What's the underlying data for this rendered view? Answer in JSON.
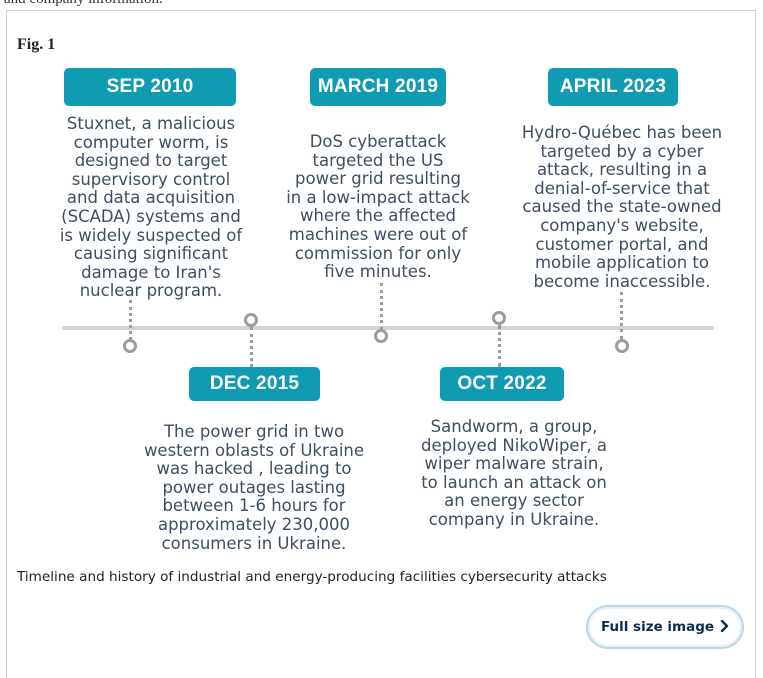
{
  "page": {
    "top_fragment": "and company information.",
    "figure_label": "Fig. 1",
    "caption": "Timeline and history of industrial and energy-producing facilities cybersecurity attacks",
    "full_size_button": "Full size image",
    "chevron_icon": "chevron-right-icon"
  },
  "timeline": {
    "events": [
      {
        "date": "SEP 2010",
        "text": "Stuxnet, a malicious\ncomputer worm, is\ndesigned to target\nsupervisory control\nand data acquisition\n(SCADA) systems and\nis widely suspected of\ncausing significant\ndamage to Iran's\nnuclear program."
      },
      {
        "date": "DEC 2015",
        "text": "The power grid in two\nwestern oblasts of Ukraine\nwas hacked , leading to\npower outages lasting\nbetween 1-6 hours for\napproximately 230,000\nconsumers in Ukraine."
      },
      {
        "date": "MARCH 2019",
        "text": "DoS cyberattack\ntargeted the US\npower grid resulting\nin a low-impact attack\nwhere the affected\nmachines were out of\ncommission for only\nfive minutes."
      },
      {
        "date": "OCT 2022",
        "text": "Sandworm, a group,\ndeployed NikoWiper, a\nwiper malware strain,\nto launch an attack on\nan energy sector\ncompany in Ukraine."
      },
      {
        "date": "APRIL 2023",
        "text": "Hydro-Québec has been\ntargeted by a cyber\nattack, resulting in a\ndenial-of-service that\ncaused the state-owned\ncompany's website,\ncustomer portal, and\nmobile application to\nbecome inaccessible."
      }
    ],
    "colors": {
      "pill": "#0f9bb1",
      "text": "#3e4f61",
      "axis": "#d3d3d3",
      "marker": "#9c9c9c"
    }
  }
}
